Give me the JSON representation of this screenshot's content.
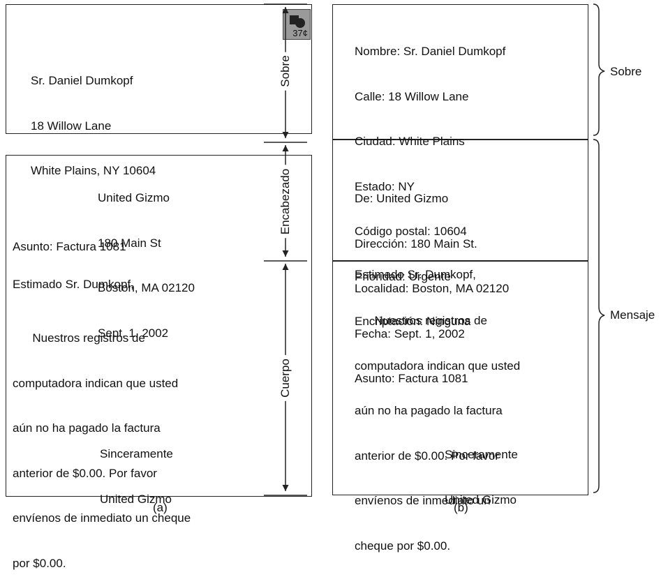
{
  "panel_a": {
    "envelope": {
      "stamp_value": "37¢",
      "address": [
        "Sr. Daniel Dumkopf",
        "18 Willow Lane",
        "White Plains, NY 10604"
      ]
    },
    "letter": {
      "sender": [
        "United Gizmo",
        "180 Main St",
        "Boston, MA 02120",
        "Sept. 1, 2002"
      ],
      "subject": "Asunto: Factura 1081",
      "greeting": "Estimado Sr. Dumkopf,",
      "body": [
        "      Nuestros registros de",
        "computadora indican que usted",
        "aún no ha pagado la factura",
        "anterior de $0.00. Por favor",
        "envíenos de inmediato un cheque",
        "por $0.00."
      ],
      "closing": [
        "Sinceramente",
        "United Gizmo"
      ]
    },
    "caption": "(a)"
  },
  "middle_labels": {
    "sobre": "Sobre",
    "encabezado": "Encabezado",
    "cuerpo": "Cuerpo"
  },
  "panel_b": {
    "envelope_fields": [
      "Nombre: Sr. Daniel Dumkopf",
      "Calle: 18 Willow Lane",
      "Ciudad: White Plains",
      "Estado: NY",
      "Código postal: 10604",
      "Prioridad: Urgente",
      "Encriptación: Ninguna"
    ],
    "header_fields": [
      "De: United Gizmo",
      "Dirección: 180 Main St.",
      "Localidad: Boston, MA 02120",
      "Fecha: Sept. 1, 2002",
      "Asunto: Factura 1081"
    ],
    "body_greeting": "Estimado Sr. Dumkopf,",
    "body": [
      "      Nuestros registros de",
      "computadora indican que usted",
      "aún no ha pagado la factura",
      "anterior de $0.00. Por favor",
      "envíenos de inmediato un",
      "cheque por $0.00."
    ],
    "closing": [
      "Sinceramente",
      "United Gizmo"
    ],
    "caption": "(b)"
  },
  "brace_labels": {
    "sobre": "Sobre",
    "mensaje": "Mensaje"
  }
}
